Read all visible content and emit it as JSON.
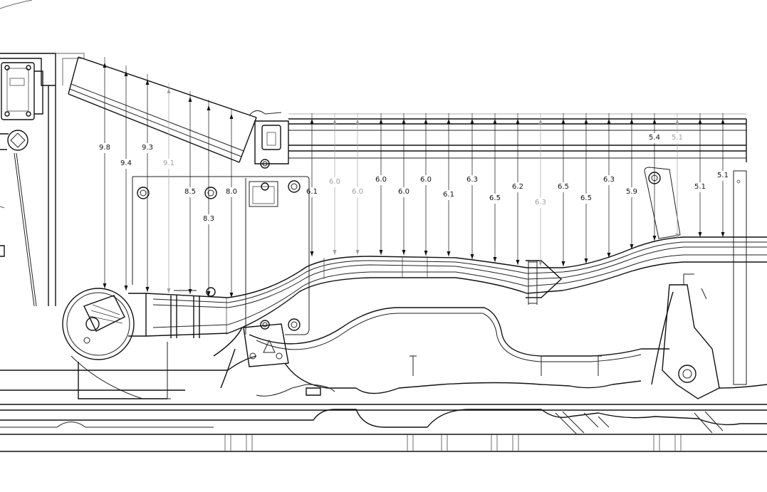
{
  "drawing": {
    "clearance_dimensions": [
      {
        "id": "d01",
        "value": "9.8",
        "faded": false
      },
      {
        "id": "d02",
        "value": "9.4",
        "faded": false
      },
      {
        "id": "d03",
        "value": "9.3",
        "faded": false
      },
      {
        "id": "d04",
        "value": "9.1",
        "faded": true
      },
      {
        "id": "d05",
        "value": "8.5",
        "faded": false
      },
      {
        "id": "d06",
        "value": "8.3",
        "faded": false
      },
      {
        "id": "d07",
        "value": "8.0",
        "faded": false
      },
      {
        "id": "d08",
        "value": "6.1",
        "faded": false
      },
      {
        "id": "d09",
        "value": "6.0",
        "faded": true
      },
      {
        "id": "d10",
        "value": "6.0",
        "faded": true
      },
      {
        "id": "d11",
        "value": "6.0",
        "faded": false
      },
      {
        "id": "d12",
        "value": "6.0",
        "faded": false
      },
      {
        "id": "d13",
        "value": "6.0",
        "faded": false
      },
      {
        "id": "d14",
        "value": "6.1",
        "faded": false
      },
      {
        "id": "d15",
        "value": "6.3",
        "faded": false
      },
      {
        "id": "d16",
        "value": "6.5",
        "faded": false
      },
      {
        "id": "d17",
        "value": "6.2",
        "faded": false
      },
      {
        "id": "d18",
        "value": "6.3",
        "faded": true
      },
      {
        "id": "d19",
        "value": "6.5",
        "faded": false
      },
      {
        "id": "d20",
        "value": "6.5",
        "faded": false
      },
      {
        "id": "d21",
        "value": "6.3",
        "faded": false
      },
      {
        "id": "d22",
        "value": "5.9",
        "faded": false
      },
      {
        "id": "d23",
        "value": "5.4",
        "faded": false
      },
      {
        "id": "d24",
        "value": "5.1",
        "faded": true
      },
      {
        "id": "d25",
        "value": "5.1",
        "faded": false
      },
      {
        "id": "d26",
        "value": "5.1",
        "faded": false
      }
    ],
    "colors": {
      "line": "#111111",
      "faded": "#a0a0a0",
      "background": "#ffffff"
    }
  }
}
